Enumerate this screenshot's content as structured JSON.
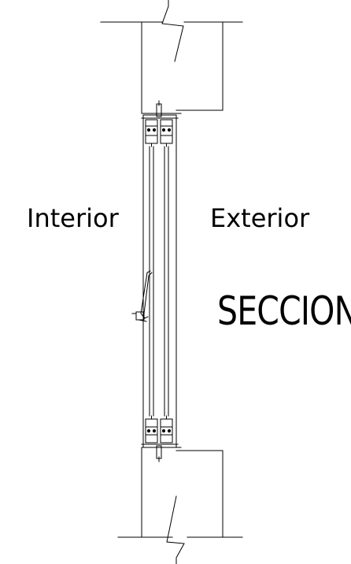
{
  "labels": {
    "interior": "Interior",
    "exterior": "Exterior",
    "title": "SECCION"
  },
  "colors": {
    "line": "#000000",
    "background": "#ffffff"
  }
}
